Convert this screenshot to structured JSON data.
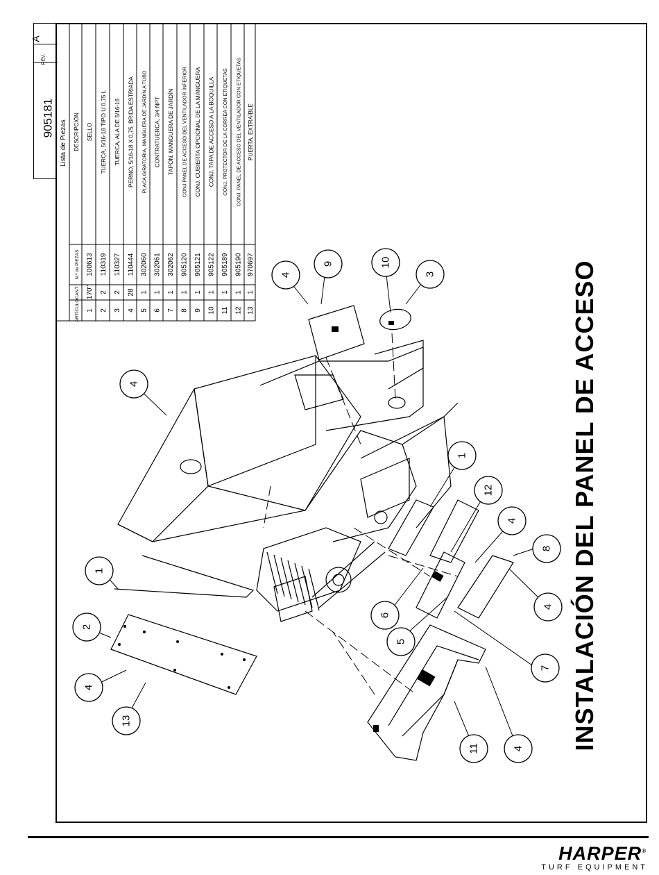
{
  "title_block": {
    "part_number": "905181",
    "rev_label": "REV.",
    "rev_value": "A"
  },
  "parts_list": {
    "title": "Lista de Piezas",
    "headers": [
      "ARTÍCULO",
      "CANT.",
      "N.º de PIEZAS",
      "DESCRIPCIÓN"
    ],
    "rows": [
      {
        "item": "1",
        "qty": "170\"",
        "part": "100613",
        "desc": "SELLO"
      },
      {
        "item": "2",
        "qty": "2",
        "part": "110319",
        "desc": "TUERCA, 5/16-18 TIPO U 0,75 L"
      },
      {
        "item": "3",
        "qty": "2",
        "part": "110327",
        "desc": "TUERCA, ALA DE 5/16-18"
      },
      {
        "item": "4",
        "qty": "28",
        "part": "110444",
        "desc": "PERNO, 5/16-18 X 0,75, BRIDA ESTRIADA"
      },
      {
        "item": "5",
        "qty": "1",
        "part": "302060",
        "desc": "PLACA GIRATORIA, MANGUERA DE JARDÍN A TUBO"
      },
      {
        "item": "6",
        "qty": "1",
        "part": "302061",
        "desc": "CONTRATUERCA, 3/4 NPT"
      },
      {
        "item": "7",
        "qty": "1",
        "part": "302062",
        "desc": "TAPÓN, MANGUERA DE JARDÍN"
      },
      {
        "item": "8",
        "qty": "1",
        "part": "905120",
        "desc": "CONJ PANEL DE ACCESO DEL VENTILADOR INFERIOR"
      },
      {
        "item": "9",
        "qty": "1",
        "part": "905121",
        "desc": "CONJ. CUBIERTA OPCIONAL DE LA MANGUERA"
      },
      {
        "item": "10",
        "qty": "1",
        "part": "905122",
        "desc": "CONJ. TAPA DE ACCESO A LA BOQUILLA"
      },
      {
        "item": "11",
        "qty": "1",
        "part": "905189",
        "desc": "CONJ. PROTECTOR DE LA CORREA CON ETIQUETAS"
      },
      {
        "item": "12",
        "qty": "1",
        "part": "905190",
        "desc": "CONJ. PANEL DE ACCESO DEL VENTILADOR CON ETIQUETAS"
      },
      {
        "item": "13",
        "qty": "1",
        "part": "970697",
        "desc": "PUERTA, EXTRAÍBLE"
      }
    ]
  },
  "main_title": "INSTALACIÓN DEL PANEL DE ACCESO",
  "callouts": [
    "1",
    "2",
    "4",
    "13",
    "4",
    "1",
    "12",
    "4",
    "8",
    "4",
    "6",
    "5",
    "7",
    "11",
    "4",
    "9",
    "4",
    "10",
    "3",
    "1"
  ],
  "logo": {
    "brand": "HARPER",
    "mark": "®",
    "subtitle": "TURF EQUIPMENT"
  }
}
